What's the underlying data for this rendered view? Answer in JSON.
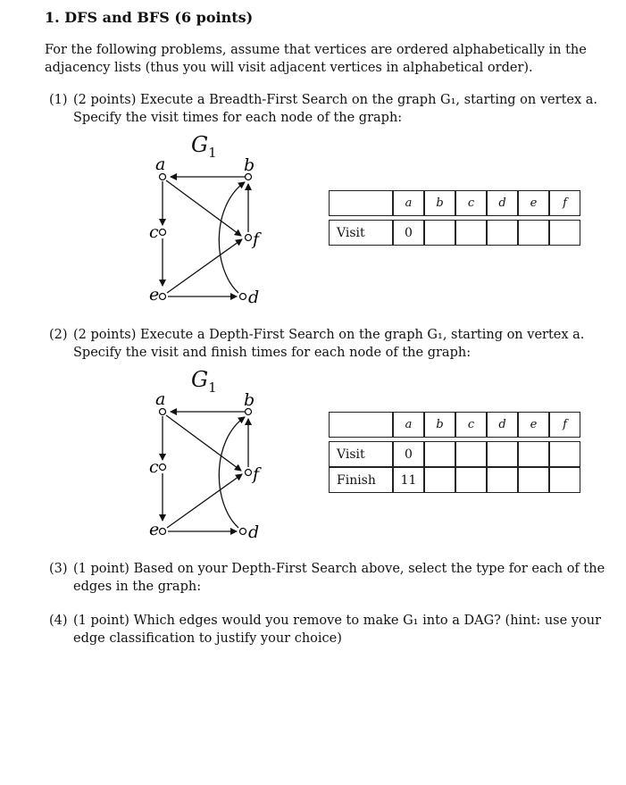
{
  "section": {
    "title": "1. DFS and BFS (6 points)"
  },
  "intro": "For the following problems, assume that vertices are ordered alphabetically in the adjacency lists (thus you will visit adjacent vertices in alphabetical order).",
  "questions": [
    {
      "num": "(1)",
      "text": "(2 points) Execute a Breadth-First Search on the graph G₁, starting on vertex a. Specify the visit times for each node of the graph:"
    },
    {
      "num": "(2)",
      "text": "(2 points) Execute a Depth-First Search on the graph G₁, starting on vertex a. Specify the visit and finish times for each node of the graph:"
    },
    {
      "num": "(3)",
      "text": "(1 point) Based on your Depth-First Search above, select the type for each of the edges in the graph:"
    },
    {
      "num": "(4)",
      "text": "(1 point) Which edges would you remove to make G₁ into a DAG? (hint: use your edge classification to justify your choice)"
    }
  ],
  "graph": {
    "name": "G",
    "subscript": "1",
    "nodes": [
      "a",
      "b",
      "c",
      "d",
      "e",
      "f"
    ]
  },
  "bfs_table": {
    "headers": [
      "a",
      "b",
      "c",
      "d",
      "e",
      "f"
    ],
    "rows": [
      {
        "label": "Visit",
        "values": [
          "0",
          "",
          "",
          "",
          "",
          ""
        ]
      }
    ]
  },
  "dfs_table": {
    "headers": [
      "a",
      "b",
      "c",
      "d",
      "e",
      "f"
    ],
    "rows": [
      {
        "label": "Visit",
        "values": [
          "0",
          "",
          "",
          "",
          "",
          ""
        ]
      },
      {
        "label": "Finish",
        "values": [
          "11",
          "",
          "",
          "",
          "",
          ""
        ]
      }
    ]
  }
}
